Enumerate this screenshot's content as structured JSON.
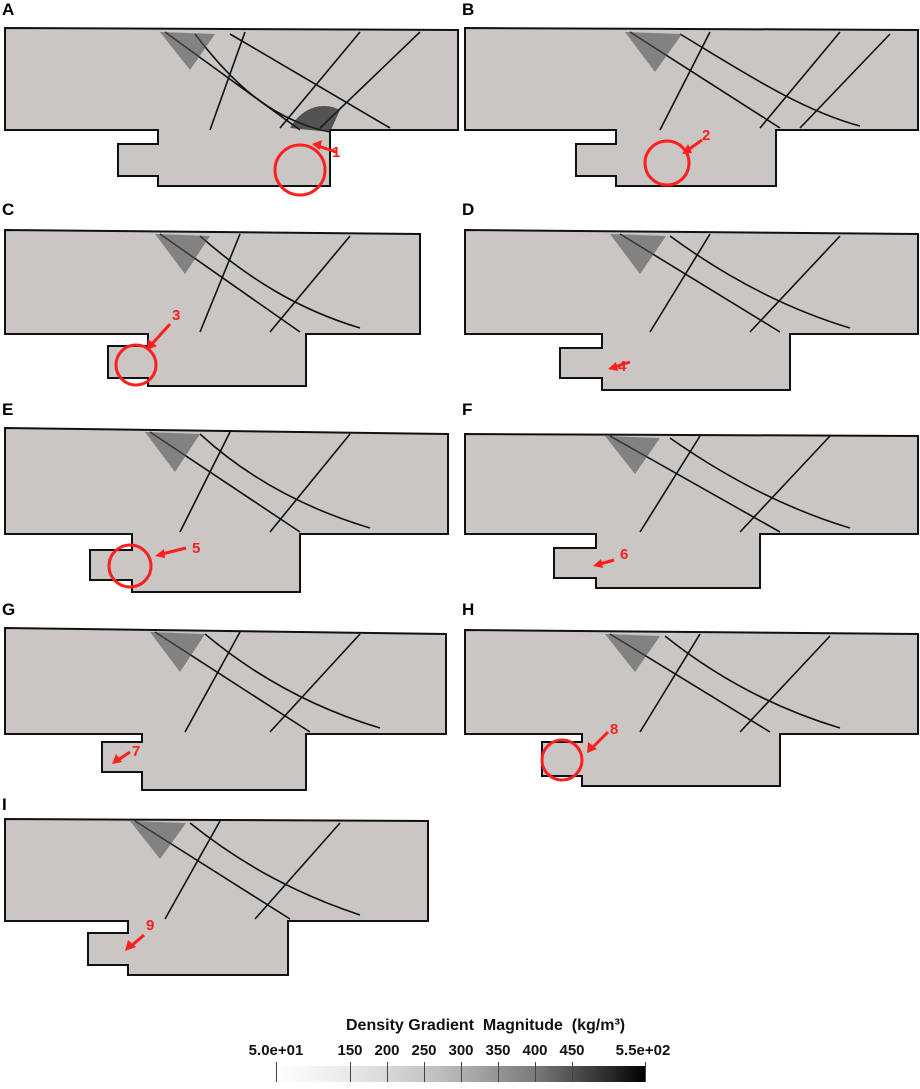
{
  "panels": [
    {
      "letter": "A",
      "marker": "1"
    },
    {
      "letter": "B",
      "marker": "2"
    },
    {
      "letter": "C",
      "marker": "3"
    },
    {
      "letter": "D",
      "marker": "4"
    },
    {
      "letter": "E",
      "marker": "5"
    },
    {
      "letter": "F",
      "marker": "6"
    },
    {
      "letter": "G",
      "marker": "7"
    },
    {
      "letter": "H",
      "marker": "8"
    },
    {
      "letter": "I",
      "marker": "9"
    }
  ],
  "colorbar": {
    "title": "Density Gradient  Magnitude  (kg/m³)",
    "min_label": "5.0e+01",
    "max_label": "5.5e+02",
    "tick_labels": [
      "150",
      "200",
      "250",
      "300",
      "350",
      "400",
      "450"
    ],
    "colors": [
      "#ffffff",
      "#000000"
    ]
  },
  "colors": {
    "annotation": "#ff1f1f",
    "field": "#c9c6c3",
    "shock": "#111111"
  }
}
